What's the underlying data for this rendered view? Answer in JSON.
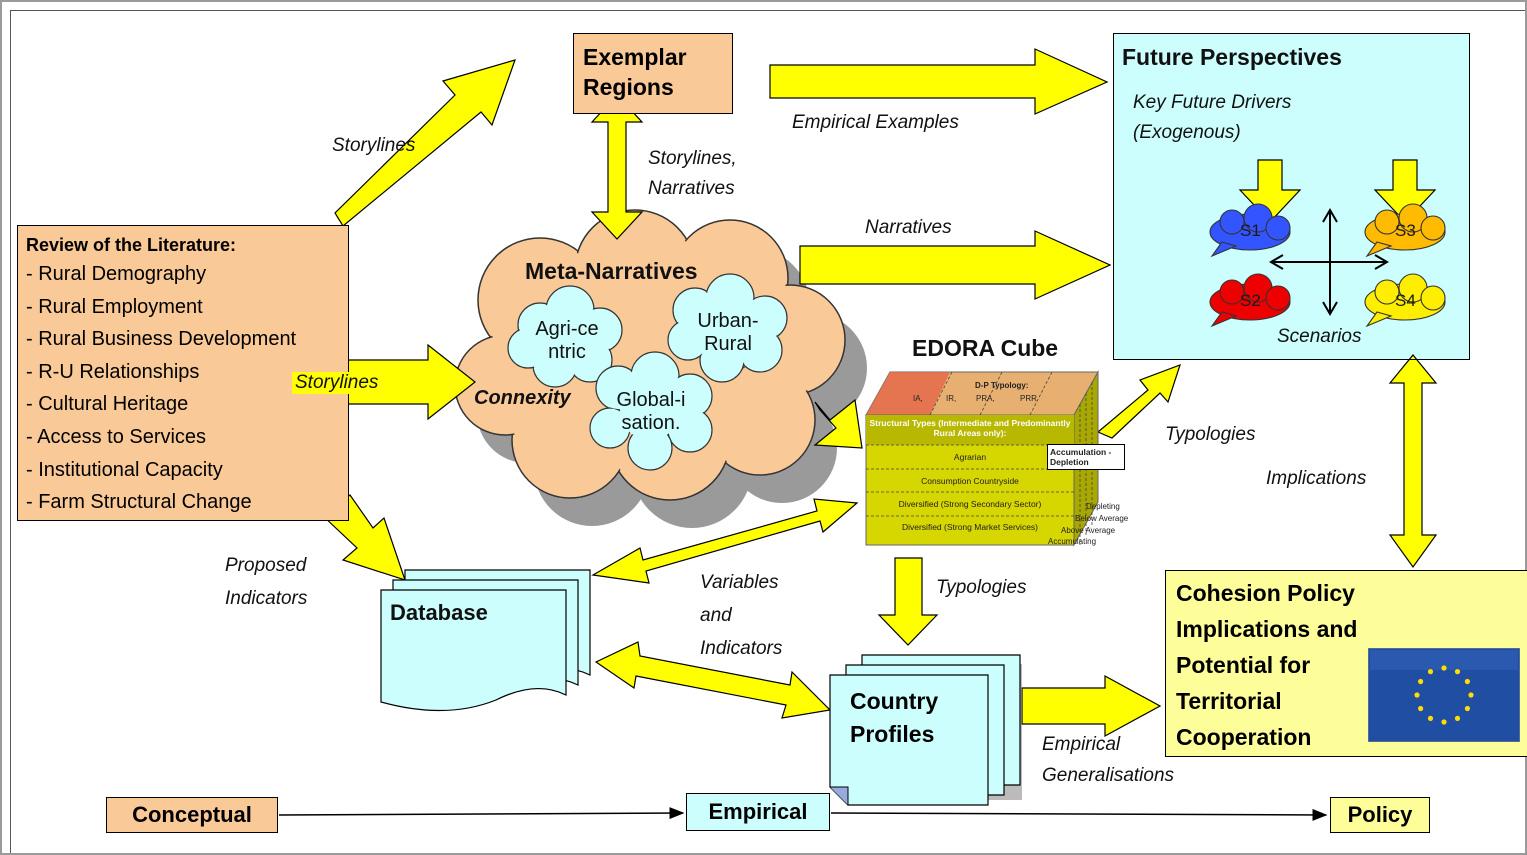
{
  "exemplar": {
    "title": "Exemplar Regions"
  },
  "future": {
    "title": "Future Perspectives",
    "drivers": "Key Future Drivers (Exogenous)",
    "scenarios_label": "Scenarios",
    "s1": "S1",
    "s2": "S2",
    "s3": "S3",
    "s4": "S4",
    "colors": {
      "s1": "#3355ff",
      "s2": "#ee0000",
      "s3": "#ffbb00",
      "s4": "#ffee00"
    }
  },
  "literature": {
    "title": "Review of the Literature:",
    "items": [
      "- Rural Demography",
      "- Rural Employment",
      "- Rural Business Development",
      "- R-U Relationships",
      "- Cultural Heritage",
      "- Access to Services",
      "- Institutional Capacity",
      "- Farm Structural Change"
    ]
  },
  "meta": {
    "title": "Meta-Narratives",
    "agri": "Agri-centric",
    "urban": "Urban-Rural",
    "global": "Global-isation.",
    "connexity": "Connexity"
  },
  "cube": {
    "title": "EDORA Cube",
    "dp_typology": "D-P Typology:",
    "dp_ia": "IA,",
    "dp_ir": "IR,",
    "dp_pra": "PRA,",
    "dp_prr": "PRR",
    "structural_header": "Structural Types (Intermediate and Predominantly Rural Areas only):",
    "rows": [
      "Agrarian",
      "Consumption Countryside",
      "Diversified (Strong Secondary Sector)",
      "Diversified (Strong Market Services)"
    ],
    "acc_label": "Accumulation - Depletion",
    "side_labels": [
      "Depleting",
      "Below Average",
      "Above Average",
      "Accumulating"
    ]
  },
  "database": {
    "title": "Database"
  },
  "country": {
    "title": "Country Profiles"
  },
  "cohesion": {
    "title_lines": [
      "Cohesion Policy",
      "Implications and",
      "Potential for",
      "Territorial",
      "Cooperation"
    ]
  },
  "labels": {
    "storylines_top": "Storylines",
    "empirical_examples": "Empirical Examples",
    "storylines_narr_1": "Storylines,",
    "storylines_narr_2": "Narratives",
    "narratives": "Narratives",
    "storylines_mid": "Storylines",
    "typologies_right": "Typologies",
    "implications": "Implications",
    "proposed_1": "Proposed",
    "proposed_2": "Indicators",
    "variables_1": "Variables",
    "variables_2": "and",
    "variables_3": "Indicators",
    "typologies_down": "Typologies",
    "empirical_gen_1": "Empirical",
    "empirical_gen_2": "Generalisations"
  },
  "bottom": {
    "conceptual": "Conceptual",
    "empirical": "Empirical",
    "policy": "Policy"
  },
  "colors": {
    "arrow_fill": "#ffff00",
    "orange": "#f9c998",
    "cyan": "#ccfefe",
    "pale_yellow": "#fdfd99",
    "eu_blue": "#1f4ea3"
  }
}
